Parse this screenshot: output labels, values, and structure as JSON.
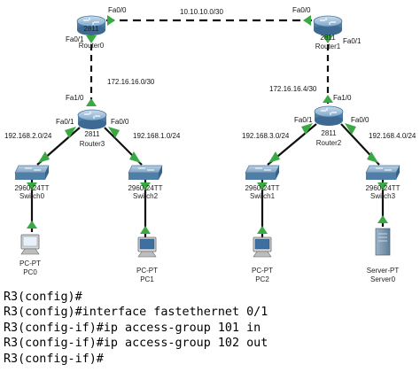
{
  "routers": [
    {
      "id": "r0",
      "model": "2811",
      "name": "Router0"
    },
    {
      "id": "r1",
      "model": "2811",
      "name": "Router1"
    },
    {
      "id": "r3",
      "model": "2811",
      "name": "Router3"
    },
    {
      "id": "r2",
      "model": "2811",
      "name": "Router2"
    }
  ],
  "switches": [
    {
      "id": "s0",
      "model": "2960-24TT",
      "name": "Switch0"
    },
    {
      "id": "s2",
      "model": "2960-24TT",
      "name": "Switch2"
    },
    {
      "id": "s1",
      "model": "2960-24TT",
      "name": "Switch1"
    },
    {
      "id": "s3",
      "model": "2960-24TT",
      "name": "Switch3"
    }
  ],
  "hosts": [
    {
      "id": "pc0",
      "type": "PC-PT",
      "name": "PC0"
    },
    {
      "id": "pc1",
      "type": "PC-PT",
      "name": "PC1"
    },
    {
      "id": "pc2",
      "type": "PC-PT",
      "name": "PC2"
    },
    {
      "id": "srv0",
      "type": "Server-PT",
      "name": "Server0"
    }
  ],
  "interfaces": {
    "r0_fa00": "Fa0/0",
    "r0_fa01": "Fa0/1",
    "r1_fa00": "Fa0/0",
    "r1_fa01": "Fa0/1",
    "r3_fa10": "Fa1/0",
    "r3_fa01": "Fa0/1",
    "r3_fa00": "Fa0/0",
    "r2_fa10": "Fa1/0",
    "r2_fa01": "Fa0/1",
    "r2_fa00": "Fa0/0"
  },
  "networks": {
    "wan_r0_r1": "10.10.10.0/30",
    "link_r0_r3": "172.16.16.0/30",
    "link_r1_r2": "172.16.16.4/30",
    "lan_r3_s0": "192.168.2.0/24",
    "lan_r3_s2": "192.168.1.0/24",
    "lan_r2_s1": "192.168.3.0/24",
    "lan_r2_s3": "192.168.4.0/24"
  },
  "cli_lines": [
    "R3(config)#",
    "R3(config)#interface fastethernet 0/1",
    "R3(config-if)#ip access-group 101 in",
    "R3(config-if)#ip access-group 102 out",
    "R3(config-if)#"
  ],
  "colors": {
    "link_up": "#3aa843",
    "router_blue": "#5d8fb8",
    "switch_blue": "#5a88ad",
    "cable": "#111111"
  }
}
